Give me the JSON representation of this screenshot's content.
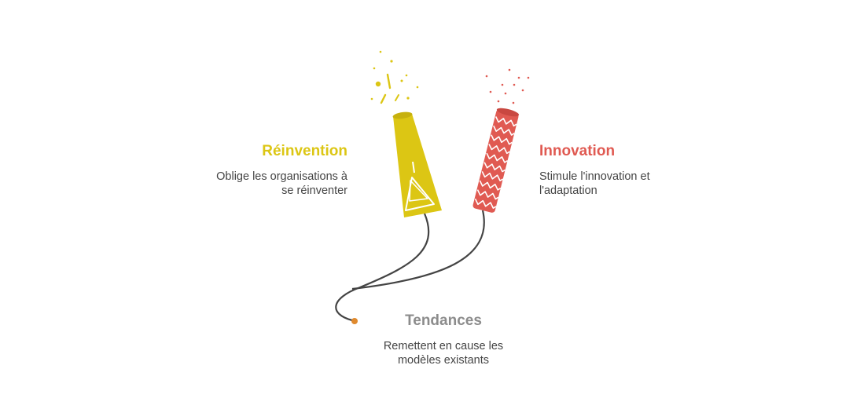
{
  "items": {
    "reinvention": {
      "title": "Réinvention",
      "description_line1": "Oblige les organisations à",
      "description_line2": "se réinventer",
      "color": "#dcc614"
    },
    "innovation": {
      "title": "Innovation",
      "description_line1": "Stimule l'innovation et",
      "description_line2": "l'adaptation",
      "color": "#e05a52"
    },
    "tendances": {
      "title": "Tendances",
      "description_line1": "Remettent en cause les",
      "description_line2": "modèles existants",
      "color": "#8c8c8c"
    }
  },
  "colors": {
    "fuse": "#444444",
    "spark": "#e08a2e",
    "text": "#444444"
  },
  "icons": [
    "party-popper-icon",
    "firecracker-icon",
    "spark-dot-icon"
  ]
}
